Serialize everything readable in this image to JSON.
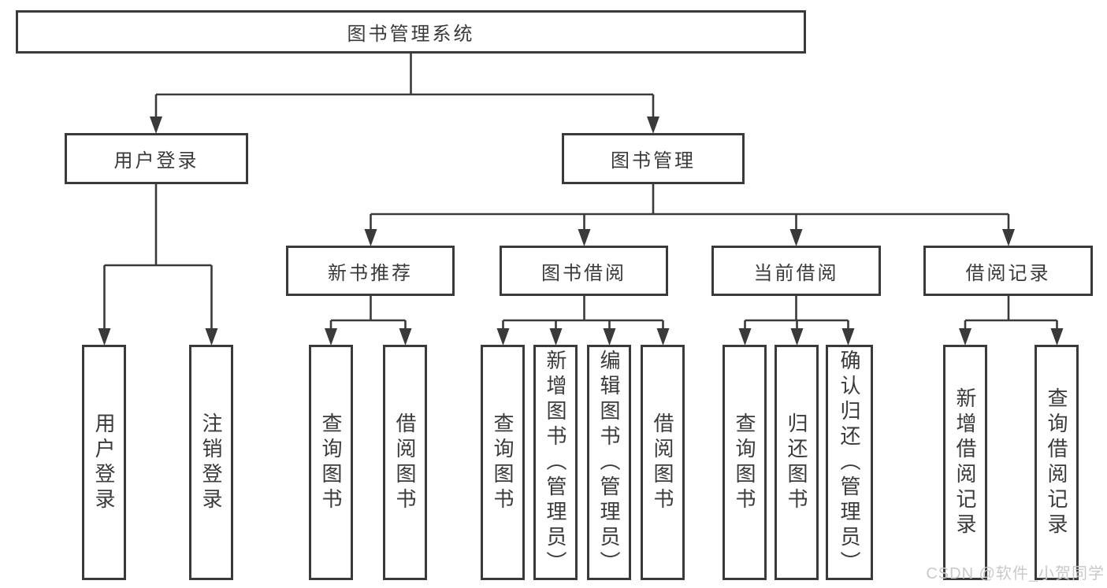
{
  "diagram": {
    "nodes": {
      "root": "图书管理系统",
      "userLogin": "用户登录",
      "bookManagement": "图书管理",
      "newBookRecommend": "新书推荐",
      "bookBorrow": "图书借阅",
      "currentBorrow": "当前借阅",
      "borrowRecord": "借阅记录",
      "userLoginLeaf": "用户登录",
      "logoutLeaf": "注销登录",
      "recQueryBook": "查询图书",
      "recBorrowBook": "借阅图书",
      "borrowQueryBook": "查询图书",
      "borrowAddBook": "新增图书（管理员）",
      "borrowEditBook": "编辑图书（管理员）",
      "borrowBorrowBook": "借阅图书",
      "currentQueryBook": "查询图书",
      "currentReturnBook": "归还图书",
      "currentConfirmReturn": "确认归还（管理员）",
      "recordAddRecord": "新增借阅记录",
      "recordQueryRecord": "查询借阅记录"
    },
    "tree": {
      "图书管理系统": {
        "用户登录": [
          "用户登录",
          "注销登录"
        ],
        "图书管理": {
          "新书推荐": [
            "查询图书",
            "借阅图书"
          ],
          "图书借阅": [
            "查询图书",
            "新增图书（管理员）",
            "编辑图书（管理员）",
            "借阅图书"
          ],
          "当前借阅": [
            "查询图书",
            "归还图书",
            "确认归还（管理员）"
          ],
          "借阅记录": [
            "新增借阅记录",
            "查询借阅记录"
          ]
        }
      }
    }
  },
  "watermark": {
    "text": "CSDN @软件_小贺同学"
  },
  "colors": {
    "line": "#3a3a3a",
    "text": "#3a3a3a",
    "watermark": "#c9c9c9",
    "background": "#ffffff"
  }
}
